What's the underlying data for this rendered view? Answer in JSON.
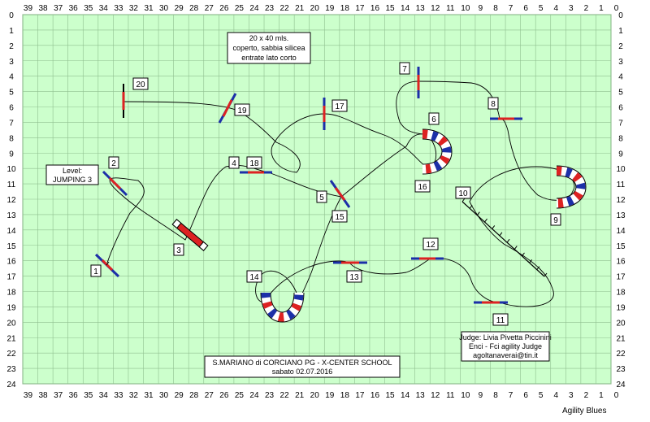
{
  "course": {
    "x_axis": [
      "39",
      "38",
      "37",
      "36",
      "35",
      "34",
      "33",
      "32",
      "31",
      "30",
      "29",
      "28",
      "27",
      "26",
      "25",
      "24",
      "23",
      "22",
      "21",
      "20",
      "19",
      "18",
      "17",
      "16",
      "15",
      "14",
      "13",
      "12",
      "11",
      "10",
      "9",
      "8",
      "7",
      "6",
      "5",
      "4",
      "3",
      "2",
      "1",
      "0"
    ],
    "y_axis": [
      "0",
      "1",
      "2",
      "3",
      "4",
      "5",
      "6",
      "7",
      "8",
      "9",
      "10",
      "11",
      "12",
      "13",
      "14",
      "15",
      "16",
      "17",
      "18",
      "19",
      "20",
      "21",
      "22",
      "23",
      "24"
    ],
    "ring_info": [
      "20 x 40 mls.",
      "coperto, sabbia silicea",
      "entrate lato corto"
    ],
    "level": [
      "Level:",
      "JUMPING 3"
    ],
    "judge": [
      "Judge: Livia Pivetta Piccinini",
      "Enci - Fci agility Judge",
      "agoltanaverai@tin.it"
    ],
    "event": [
      "S.MARIANO di CORCIANO PG - X-CENTER SCHOOL",
      "sabato 02.07.2016"
    ],
    "credit": "Agility Blues",
    "obstacle_numbers": [
      "1",
      "2",
      "3",
      "4",
      "5",
      "6",
      "7",
      "8",
      "9",
      "10",
      "11",
      "12",
      "13",
      "14",
      "15",
      "16",
      "17",
      "18",
      "19",
      "20"
    ],
    "colors": {
      "field": "#ccffcc",
      "grid": "#8fbf8f",
      "pole_red": "#dd2222",
      "pole_blue": "#1c2fa8",
      "path": "#000000"
    }
  }
}
